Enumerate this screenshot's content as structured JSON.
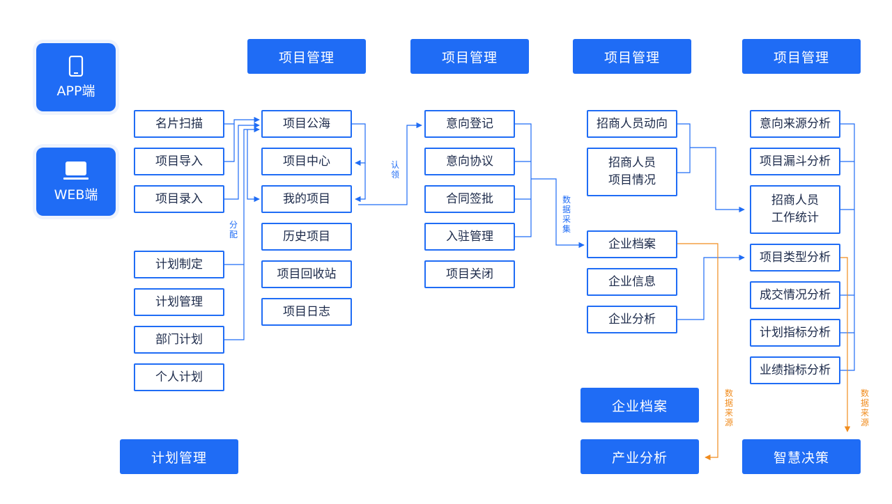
{
  "platforms": {
    "app": "APP端",
    "web": "WEB端"
  },
  "headers": {
    "col1": "项目管理",
    "col2": "项目管理",
    "col3": "项目管理",
    "col4": "项目管理",
    "plan": "计划管理",
    "enterprise": "企业档案",
    "industry": "产业分析",
    "decision": "智慧决策"
  },
  "inputs": [
    "名片扫描",
    "项目导入",
    "项目录入"
  ],
  "plans": [
    "计划制定",
    "计划管理",
    "部门计划",
    "个人计划"
  ],
  "projects": [
    "项目公海",
    "项目中心",
    "我的项目",
    "历史项目",
    "项目回收站",
    "项目日志"
  ],
  "intents": [
    "意向登记",
    "意向协议",
    "合同签批",
    "入驻管理",
    "项目关闭"
  ],
  "merchants": [
    "招商人员动向",
    "招商人员\n项目情况"
  ],
  "enterprises": [
    "企业档案",
    "企业信息",
    "企业分析"
  ],
  "analytics": [
    "意向来源分析",
    "项目漏斗分析",
    "招商人员\n工作统计",
    "项目类型分析",
    "成交情况分析",
    "计划指标分析",
    "业绩指标分析"
  ],
  "labels": {
    "assign": "分配",
    "claim": "认领",
    "collect": "数据采集",
    "source1": "数据来源",
    "source2": "数据来源"
  },
  "colors": {
    "primary": "#1f6cf5",
    "accent": "#f08c1e"
  }
}
